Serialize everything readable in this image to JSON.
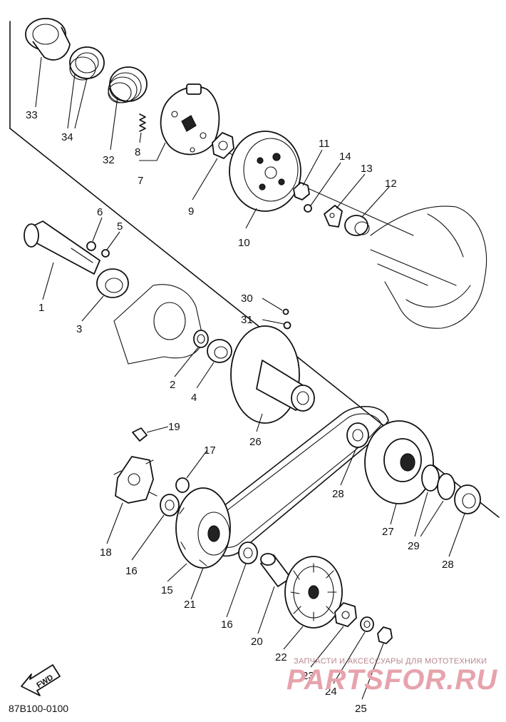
{
  "diagram": {
    "catalog_code": "87B100-0100",
    "forward_marker": "FWD",
    "watermark": {
      "tagline": "ЗАПЧАСТИ И АКСЕССУАРЫ ДЛЯ МОТОТЕХНИКИ",
      "logo": "PARTSFOR.RU"
    },
    "callouts": {
      "p1": "1",
      "p2": "2",
      "p3": "3",
      "p4": "4",
      "p5": "5",
      "p6": "6",
      "p7": "7",
      "p8": "8",
      "p9": "9",
      "p10": "10",
      "p11": "11",
      "p12": "12",
      "p13": "13",
      "p14": "14",
      "p15": "15",
      "p16a": "16",
      "p16b": "16",
      "p17": "17",
      "p18": "18",
      "p19": "19",
      "p20": "20",
      "p21": "21",
      "p22": "22",
      "p23": "23",
      "p24": "24",
      "p25": "25",
      "p26": "26",
      "p27": "27",
      "p28a": "28",
      "p28b": "28",
      "p29": "29",
      "p30": "30",
      "p31": "31",
      "p32": "32",
      "p33": "33",
      "p34": "34"
    }
  }
}
